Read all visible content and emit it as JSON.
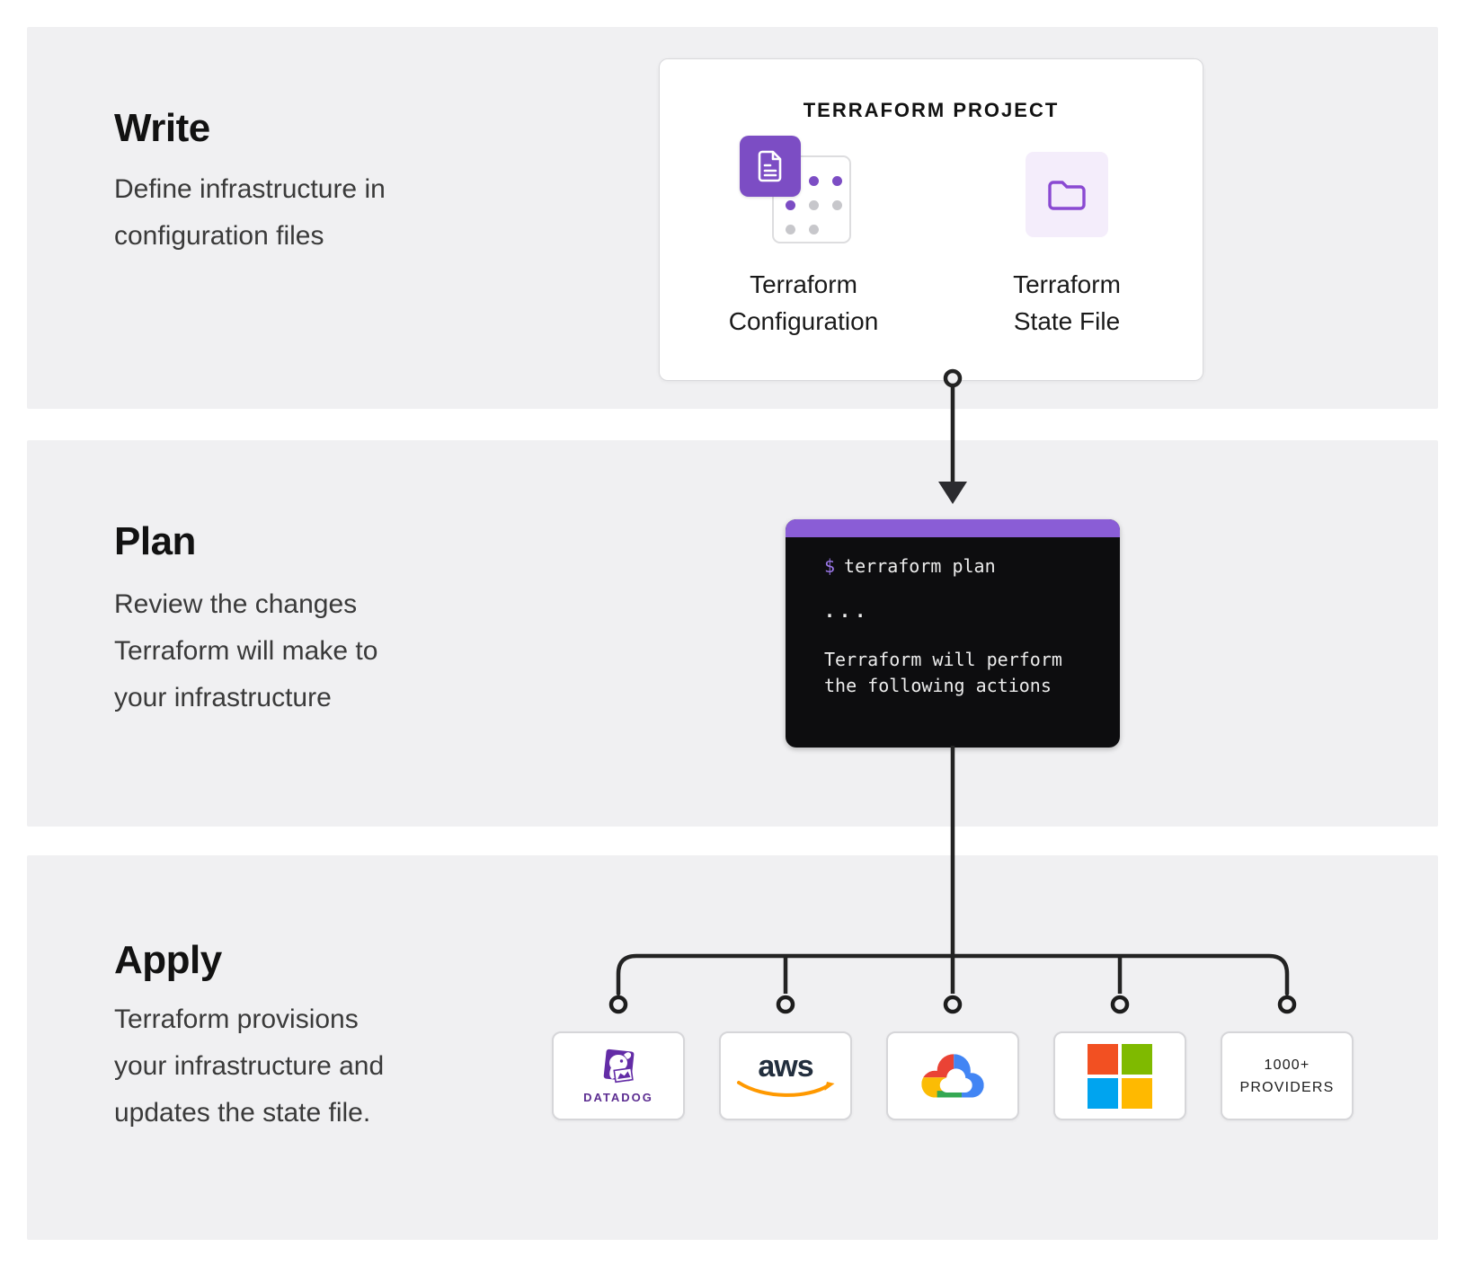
{
  "sections": {
    "write": {
      "title": "Write",
      "lines": [
        "Define infrastructure in",
        "configuration files"
      ]
    },
    "plan": {
      "title": "Plan",
      "lines": [
        "Review the changes",
        "Terraform will make to",
        "your infrastructure"
      ]
    },
    "apply": {
      "title": "Apply",
      "lines": [
        "Terraform provisions",
        "your infrastructure and",
        "updates the state file."
      ]
    }
  },
  "project_card": {
    "title": "TERRAFORM PROJECT",
    "items": [
      {
        "icon": "document-grid-icon",
        "line1": "Terraform",
        "line2": "Configuration"
      },
      {
        "icon": "folder-icon",
        "line1": "Terraform",
        "line2": "State File"
      }
    ]
  },
  "terminal": {
    "prompt": "$",
    "command": "terraform plan",
    "ellipsis": "...",
    "output": [
      "Terraform will perform",
      "the following actions"
    ]
  },
  "providers": {
    "items": [
      {
        "name": "Datadog",
        "label": "DATADOG"
      },
      {
        "name": "AWS",
        "logo_text": "aws"
      },
      {
        "name": "Google Cloud"
      },
      {
        "name": "Microsoft"
      },
      {
        "name": "1000+ Providers",
        "line1": "1000+",
        "line2": "PROVIDERS"
      }
    ]
  },
  "colors": {
    "panel_background": "#f0f0f2",
    "terraform_purple": "#7c4dc4",
    "terminal_header_purple": "#8a5dd6",
    "terminal_background": "#0d0d0f",
    "folder_tile_background": "#f4edfb",
    "connector_dark": "#222222",
    "datadog_purple": "#632ca6",
    "aws_dark": "#232f3e",
    "aws_orange": "#ff9900",
    "gcp_red": "#ea4335",
    "gcp_yellow": "#fbbc05",
    "gcp_blue": "#4285f4",
    "gcp_green": "#34a853",
    "ms_red": "#f25022",
    "ms_green": "#7fba00",
    "ms_blue": "#00a4ef",
    "ms_yellow": "#ffb900"
  }
}
